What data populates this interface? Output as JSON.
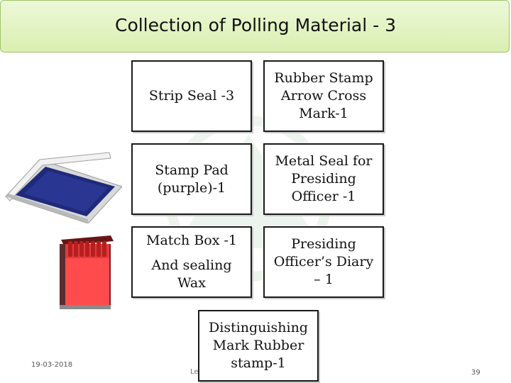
{
  "slide": {
    "title": "Collection of Polling Material - 3",
    "items": [
      [
        "Strip Seal -3"
      ],
      [
        "Rubber Stamp",
        "Arrow Cross",
        "Mark-1"
      ],
      [
        "Stamp Pad",
        "(purple)-1"
      ],
      [
        "Metal Seal for",
        "Presiding",
        "Officer -1"
      ],
      [
        "Match Box -1",
        "And sealing",
        "Wax"
      ],
      [
        "Presiding",
        "Officer’s Diary",
        "– 1"
      ],
      [
        "Distinguishing",
        "Mark Rubber",
        "stamp-1"
      ]
    ]
  },
  "footer": {
    "date": "19-03-2018",
    "mid": "Le",
    "page": "39"
  },
  "images": {
    "stamp_pad": "stamp-pad-image",
    "match_box": "match-box-image"
  }
}
